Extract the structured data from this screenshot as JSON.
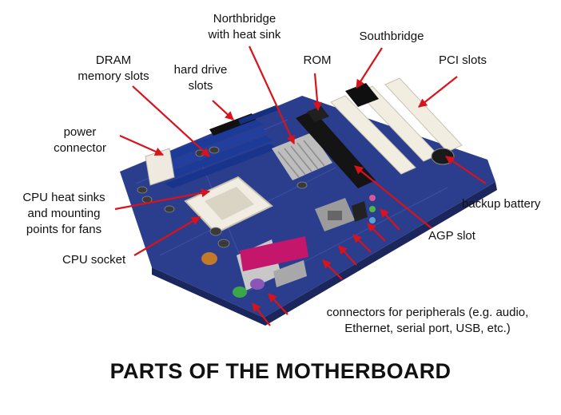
{
  "title": "PARTS OF THE MOTHERBOARD",
  "labels": {
    "northbridge": "Northbridge\nwith heat sink",
    "southbridge": "Southbridge",
    "dram": "DRAM\nmemory slots",
    "hard_drive": "hard drive\nslots",
    "rom": "ROM",
    "pci": "PCI slots",
    "power": "power\nconnector",
    "cpu_heat_sinks": "CPU heat sinks\nand mounting\npoints for fans",
    "cpu_socket": "CPU socket",
    "backup_battery": "backup battery",
    "agp": "AGP slot",
    "connectors": "connectors for peripherals (e.g. audio,\nEthernet, serial port, USB, etc.)"
  },
  "colors": {
    "board": "#2a3d8c",
    "arrow": "#d9121b",
    "slot_black": "#141414",
    "slot_white": "#f1ede0",
    "dram_blue": "#1f3f9a",
    "heatsink": "#b8b8b8"
  }
}
